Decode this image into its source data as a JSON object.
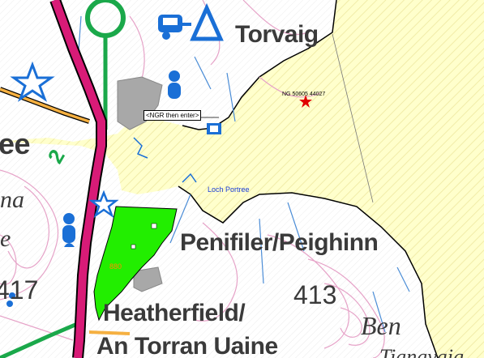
{
  "map": {
    "labels": {
      "torvaig": "Torvaig",
      "penifiler": "Penifiler/Peighinn",
      "heatherfield": "Heatherfield/",
      "an_torran": "An Torran Uaine",
      "loch_portree": "Loch Portree",
      "ee": "ee",
      "na": "na",
      "e": "e",
      "height_417": "417",
      "height_413": "413",
      "ben": "Ben",
      "tianavaig": "Tianavaig",
      "road_number": "2"
    },
    "ngr_prompt": "<NGR then enter>",
    "grid_ref": "NG 50605 44027",
    "area_value": "880"
  },
  "colors": {
    "sea": "#ffffcc",
    "land": "#ffffff",
    "contour": "#e6a3c8",
    "water_line": "#4a8cd6",
    "main_road": "#d81b77",
    "green_route": "#1aa84a",
    "highlight_area": "#22ee00",
    "built_up": "#a8a8a8",
    "icon_blue": "#1a6fd6",
    "marker_red": "#e00000"
  },
  "icons": [
    "caravan-site-icon",
    "campsite-icon",
    "viewpoint-icon",
    "parking-icon",
    "walk-icon",
    "red-star-marker-icon"
  ]
}
